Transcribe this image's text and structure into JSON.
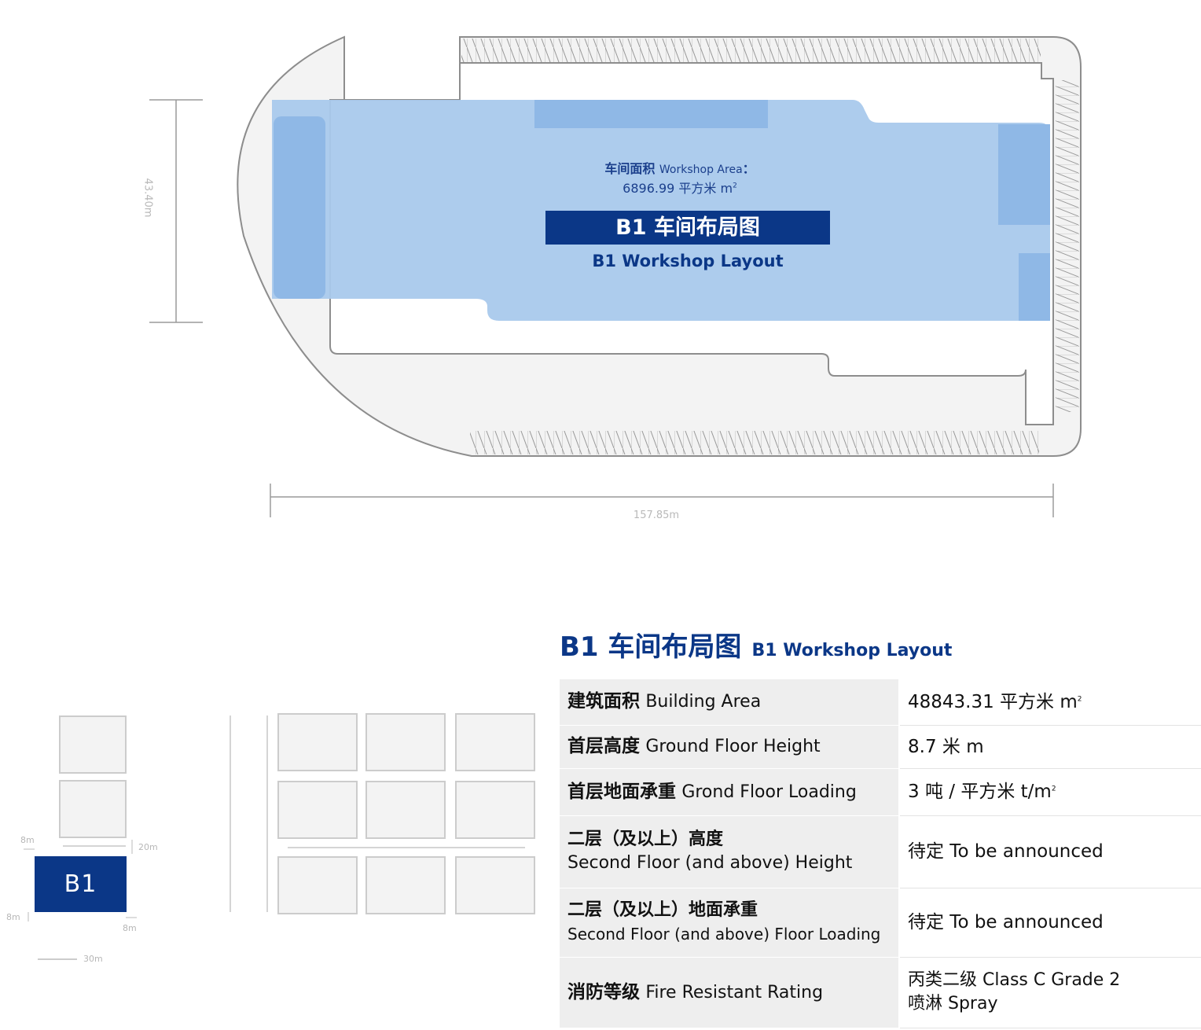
{
  "plan": {
    "area_label_zh": "车间面积",
    "area_label_en": "Workshop Area",
    "area_colon": "：",
    "area_value": "6896.99 平方米 m",
    "area_sup": "2",
    "banner_zh": "B1 车间布局图",
    "banner_en": "B1 Workshop  Layout",
    "dim_width": "157.85m",
    "dim_height": "43.40m",
    "colors": {
      "workshop_fill": "#a9c9ec",
      "workshop_dark": "#8fb8e6",
      "banner": "#0b3787",
      "outline": "#8d8d8d"
    }
  },
  "site_map": {
    "b1_label": "B1",
    "dim_left_top": "8m",
    "dim_right": "20m",
    "dim_left_bottom": "8m",
    "dim_bottom": "8m",
    "scale": "30m"
  },
  "specs": {
    "title_zh": "B1 车间布局图",
    "title_en": "B1 Workshop Layout",
    "rows": [
      {
        "key_zh": "建筑面积",
        "key_en": "Building Area",
        "value": "48843.31 平方米 m",
        "sup": "2"
      },
      {
        "key_zh": "首层高度",
        "key_en": "Ground Floor Height",
        "value": "8.7 米 m",
        "sup": ""
      },
      {
        "key_zh": "首层地面承重",
        "key_en": "Grond Floor Loading",
        "value": "3 吨 / 平方米 t/m",
        "sup": "2"
      },
      {
        "key_zh": "二层（及以上）高度",
        "key_en": "Second Floor (and above) Height",
        "value": "待定 To be announced",
        "sup": ""
      },
      {
        "key_zh": "二层（及以上）地面承重",
        "key_en": "Second Floor (and above) Floor Loading",
        "value": "待定 To be announced",
        "sup": ""
      },
      {
        "key_zh": "消防等级",
        "key_en": "Fire Resistant Rating",
        "value": "丙类二级 Class C Grade 2",
        "value2": "喷淋 Spray",
        "sup": ""
      }
    ]
  }
}
